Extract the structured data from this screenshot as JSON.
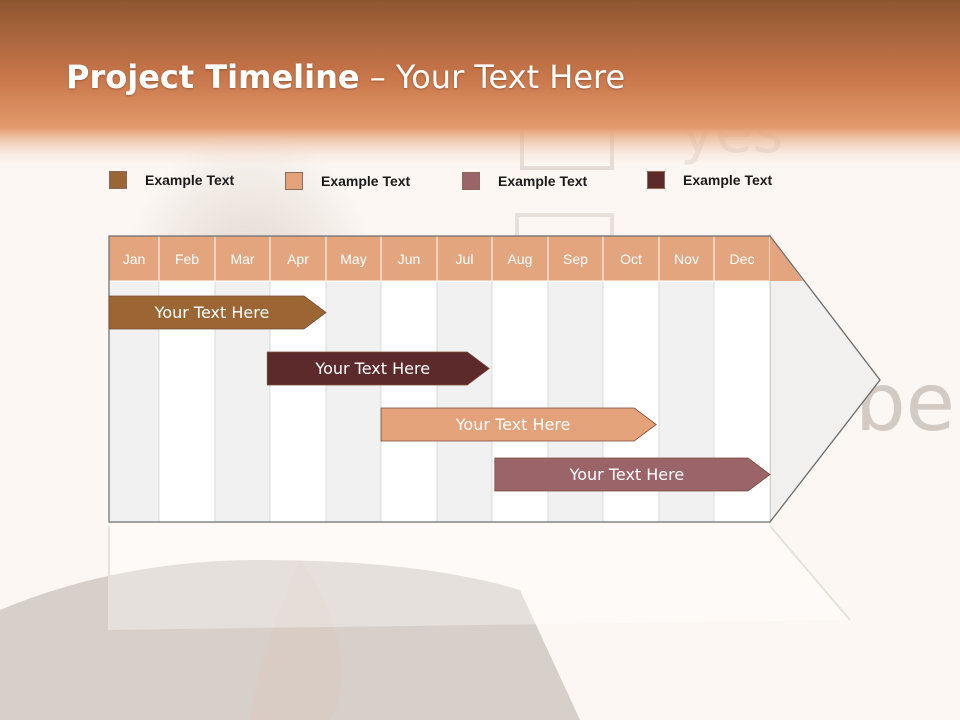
{
  "title": {
    "bold": "Project Timeline",
    "regular": " – Your Text Here"
  },
  "legend": [
    {
      "label": "Example Text",
      "color": "#9b6633"
    },
    {
      "label": "Example Text",
      "color": "#e4a27a"
    },
    {
      "label": "Example Text",
      "color": "#9a6468"
    },
    {
      "label": "Example Text",
      "color": "#5c2a2a"
    }
  ],
  "timeline": {
    "months": [
      "Jan",
      "Feb",
      "Mar",
      "Apr",
      "May",
      "Jun",
      "Jul",
      "Aug",
      "Sep",
      "Oct",
      "Nov",
      "Dec"
    ],
    "header_color": "#e2a57d",
    "tasks": [
      {
        "label": "Your  Text Here",
        "start_month": 1.05,
        "end_month": 4.0,
        "color": "#9b6633"
      },
      {
        "label": "Your  Text Here",
        "start_month": 3.95,
        "end_month": 6.95,
        "color": "#5c2a2a"
      },
      {
        "label": "Your  Text Here",
        "start_month": 6.0,
        "end_month": 9.95,
        "color": "#e4a27a"
      },
      {
        "label": "Your  Text Here",
        "start_month": 8.05,
        "end_month": 12.0,
        "color": "#9a6468"
      }
    ]
  }
}
